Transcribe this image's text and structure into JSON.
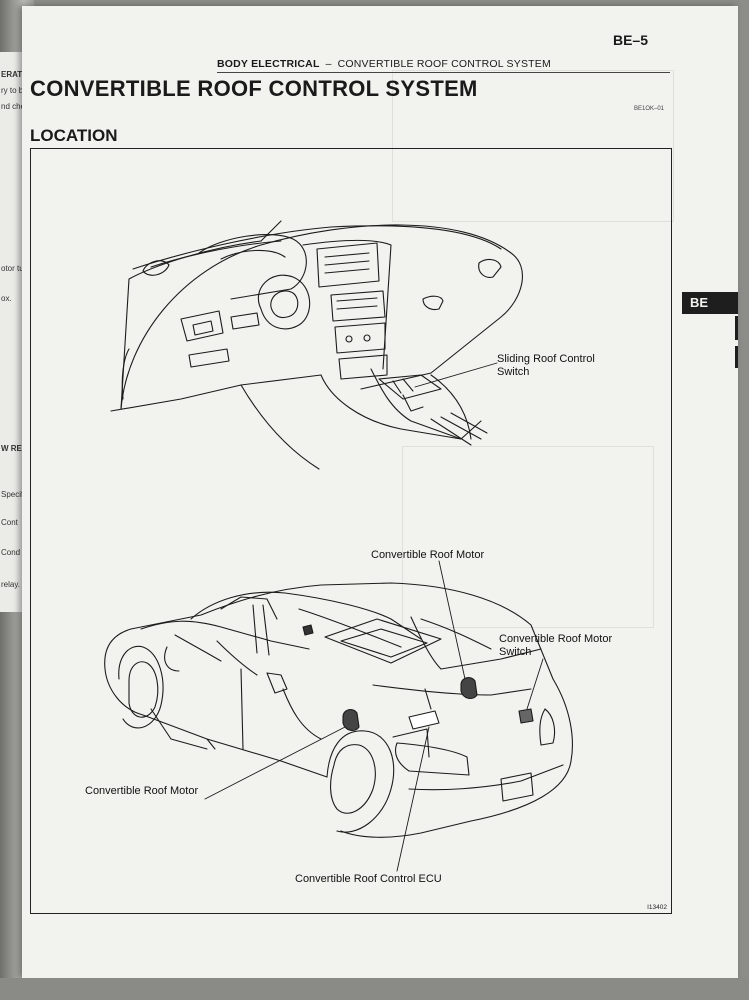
{
  "header": {
    "section": "BODY ELECTRICAL",
    "separator": "–",
    "system": "CONVERTIBLE ROOF CONTROL SYSTEM",
    "page_number": "BE–5"
  },
  "title": "CONVERTIBLE ROOF CONTROL SYSTEM",
  "subtitle": "LOCATION",
  "doc_code": "BE1OK–01",
  "figure_code": "I13402",
  "tab_label": "BE",
  "callouts": {
    "sliding_switch_line1": "Sliding Roof Control",
    "sliding_switch_line2": "Switch",
    "roof_motor_upper": "Convertible Roof Motor",
    "motor_switch_line1": "Convertible  Roof Motor",
    "motor_switch_line2": "Switch",
    "roof_motor_lower": "Convertible Roof Motor",
    "roof_ecu": "Convertible Roof Control ECU"
  },
  "previous_page_fragments": [
    "ERATIO",
    "ry to be",
    "nd chec",
    "otor turn",
    "ox.",
    "W RELAY",
    "Specifi",
    "Cont",
    "Cond",
    "relay."
  ],
  "colors": {
    "paper": "#f2f2ee",
    "ink": "#1a1a1a",
    "tab": "#1e1e1e"
  }
}
